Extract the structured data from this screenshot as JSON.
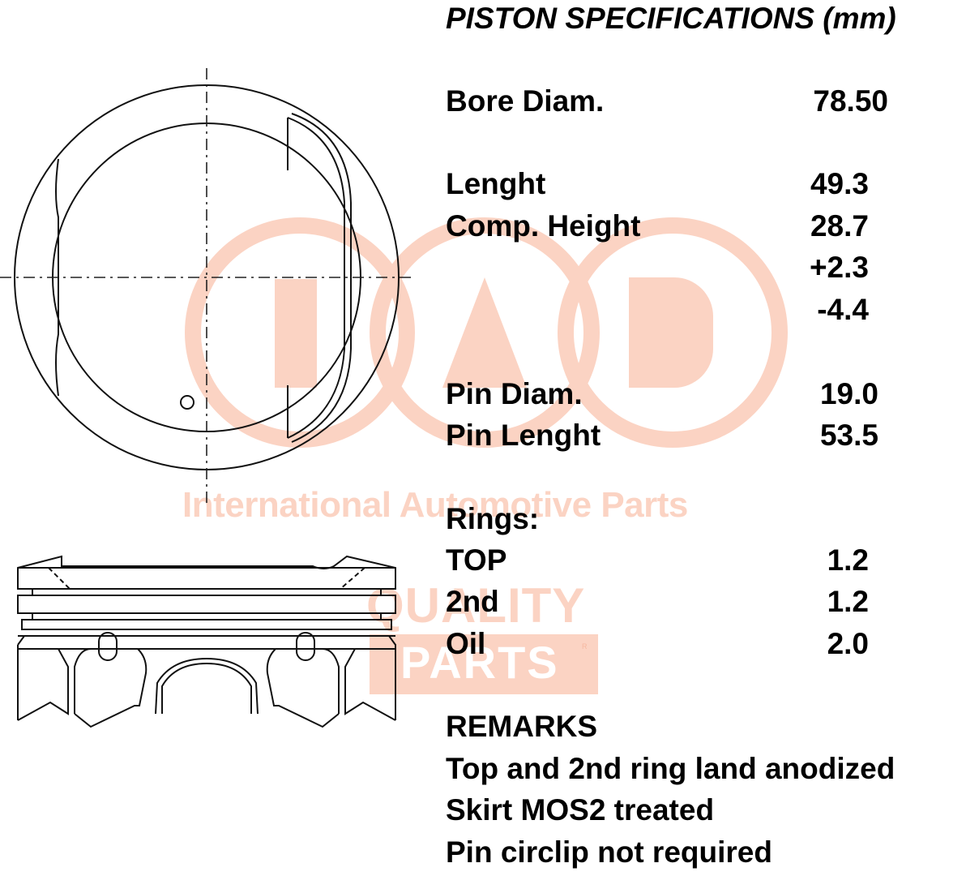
{
  "title": "PISTON SPECIFICATIONS (mm)",
  "specs": {
    "bore_diam": {
      "label": "Bore Diam.",
      "value": "78.50"
    },
    "length": {
      "label": "Lenght",
      "value": "49.3"
    },
    "comp_height": {
      "label": "Comp. Height",
      "value": "28.7",
      "tol_plus": "+2.3",
      "tol_minus": "-4.4"
    },
    "pin_diam": {
      "label": "Pin Diam.",
      "value": "19.0"
    },
    "pin_length": {
      "label": "Pin Lenght",
      "value": "53.5"
    }
  },
  "rings": {
    "heading": "Rings:",
    "items": [
      {
        "label": "TOP",
        "value": "1.2"
      },
      {
        "label": "2nd",
        "value": "1.2"
      },
      {
        "label": "Oil",
        "value": "2.0"
      }
    ]
  },
  "remarks": {
    "heading": "REMARKS",
    "lines": [
      "Top and 2nd ring land anodized",
      "Skirt MOS2 treated",
      "Pin circlip not required"
    ]
  },
  "watermark": {
    "logo": "IAP",
    "tagline": "International Automotive Parts",
    "badge_top": "QUALITY",
    "badge_bottom": "PARTS",
    "registered": "R",
    "color": "#fbd3c3"
  },
  "drawings": {
    "top_view": "piston-top-view",
    "side_view": "piston-side-view"
  }
}
